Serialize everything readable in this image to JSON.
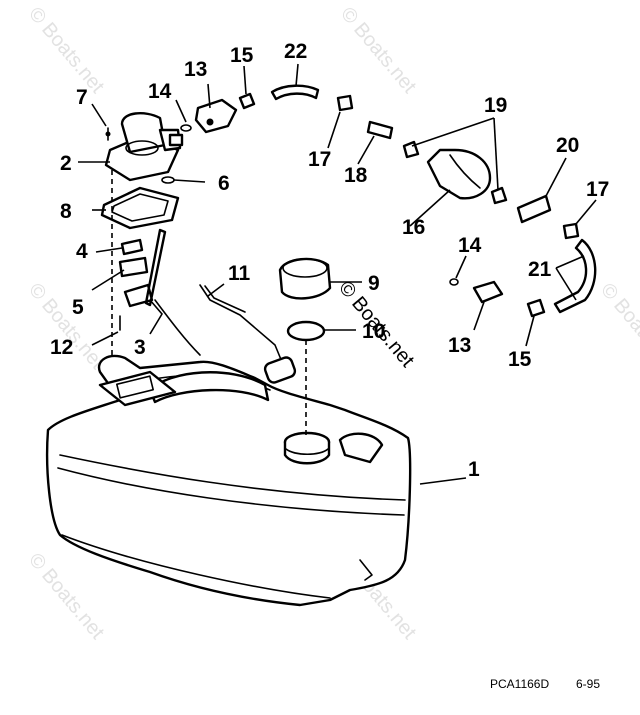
{
  "diagram": {
    "callouts": [
      {
        "id": "1",
        "label": "1"
      },
      {
        "id": "2",
        "label": "2"
      },
      {
        "id": "3",
        "label": "3"
      },
      {
        "id": "4",
        "label": "4"
      },
      {
        "id": "5",
        "label": "5"
      },
      {
        "id": "6",
        "label": "6"
      },
      {
        "id": "7",
        "label": "7"
      },
      {
        "id": "8",
        "label": "8"
      },
      {
        "id": "9",
        "label": "9"
      },
      {
        "id": "10",
        "label": "10"
      },
      {
        "id": "11",
        "label": "11"
      },
      {
        "id": "12",
        "label": "12"
      },
      {
        "id": "13a",
        "label": "13"
      },
      {
        "id": "13b",
        "label": "13"
      },
      {
        "id": "14a",
        "label": "14"
      },
      {
        "id": "14b",
        "label": "14"
      },
      {
        "id": "15a",
        "label": "15"
      },
      {
        "id": "15b",
        "label": "15"
      },
      {
        "id": "16",
        "label": "16"
      },
      {
        "id": "17a",
        "label": "17"
      },
      {
        "id": "17b",
        "label": "17"
      },
      {
        "id": "18",
        "label": "18"
      },
      {
        "id": "19",
        "label": "19"
      },
      {
        "id": "20",
        "label": "20"
      },
      {
        "id": "21",
        "label": "21"
      },
      {
        "id": "22",
        "label": "22"
      }
    ],
    "watermark": "© Boats.net",
    "drawing_ref": "PCA1166D",
    "date_code": "6-95"
  }
}
